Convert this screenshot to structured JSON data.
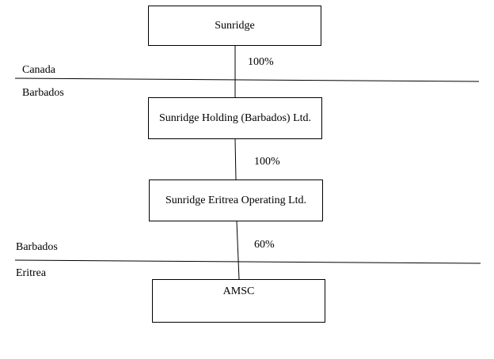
{
  "entities": {
    "parent": "Sunridge",
    "holding": "Sunridge Holding (Barbados) Ltd.",
    "operating": "Sunridge Eritrea Operating Ltd.",
    "subsidiary": "AMSC"
  },
  "ownership": {
    "parent_to_holding": "100%",
    "holding_to_operating": "100%",
    "operating_to_subsidiary": "60%"
  },
  "jurisdictions": {
    "border_1_above": "Canada",
    "border_1_below": "Barbados",
    "border_2_above": "Barbados",
    "border_2_below": "Eritrea"
  }
}
